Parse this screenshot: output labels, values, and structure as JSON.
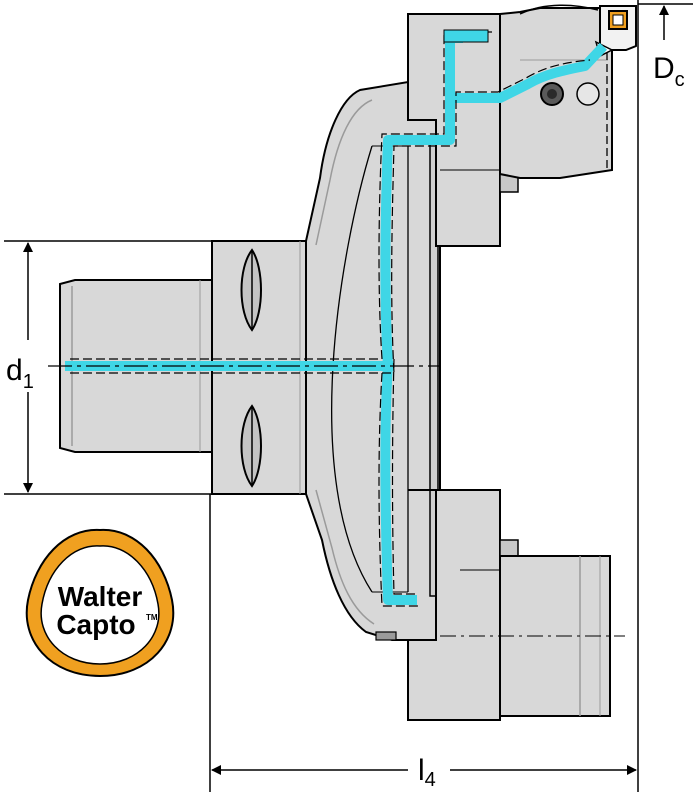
{
  "dimensions": {
    "d1": {
      "main": "d",
      "sub": "1"
    },
    "l4": {
      "main": "l",
      "sub": "4"
    },
    "dc": {
      "main": "D",
      "sub": "c"
    }
  },
  "logo": {
    "line1": "Walter",
    "line2": "Capto",
    "mark": "TM"
  },
  "colors": {
    "body": "#d8d8d8",
    "shadow": "#b9b9b9",
    "coolant": "#3fd6e6",
    "logo_ring": "#f0a020",
    "line": "#000000"
  }
}
